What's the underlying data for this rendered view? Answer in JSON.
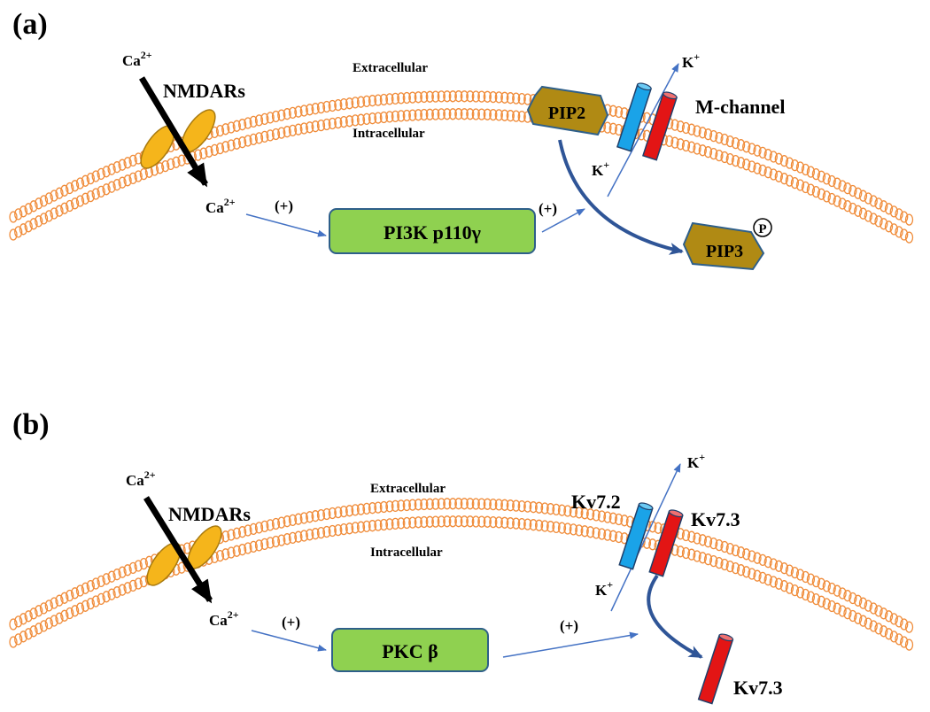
{
  "panels": [
    {
      "id": "a",
      "label": "(a)",
      "ca_in": "Ca",
      "ca_out": "Ca",
      "ca_sup": "2+",
      "receptor": "NMDARs",
      "extracellular": "Extracellular",
      "intracellular": "Intracellular",
      "plus_left": "(+)",
      "plus_right": "(+)",
      "enzyme": "PI3K p110γ",
      "k_top": "K",
      "k_bottom": "K",
      "k_sup": "+",
      "lipid_before": "PIP2",
      "lipid_after": "PIP3",
      "phospho": "P",
      "channel": "M-channel"
    },
    {
      "id": "b",
      "label": "(b)",
      "ca_in": "Ca",
      "ca_out": "Ca",
      "ca_sup": "2+",
      "receptor": "NMDARs",
      "extracellular": "Extracellular",
      "intracellular": "Intracellular",
      "plus_left": "(+)",
      "plus_right": "(+)",
      "enzyme": "PKC β",
      "k_top": "K",
      "k_bottom": "K",
      "k_sup": "+",
      "subunit_a": "Kv7.2",
      "subunit_b": "Kv7.3",
      "subunit_internalized": "Kv7.3"
    }
  ],
  "colors": {
    "membrane": "#f08c3a",
    "receptor_fill": "#f5b51b",
    "receptor_stroke": "#a87a10",
    "enzyme_fill": "#8fd150",
    "enzyme_stroke": "#2e5f8a",
    "pip_fill": "#b08a14",
    "pip_stroke": "#2e5f8a",
    "channel_blue": "#1aa3e8",
    "channel_red": "#e31515",
    "arrow_blue": "#4472c4",
    "curve_blue": "#2f5597"
  }
}
